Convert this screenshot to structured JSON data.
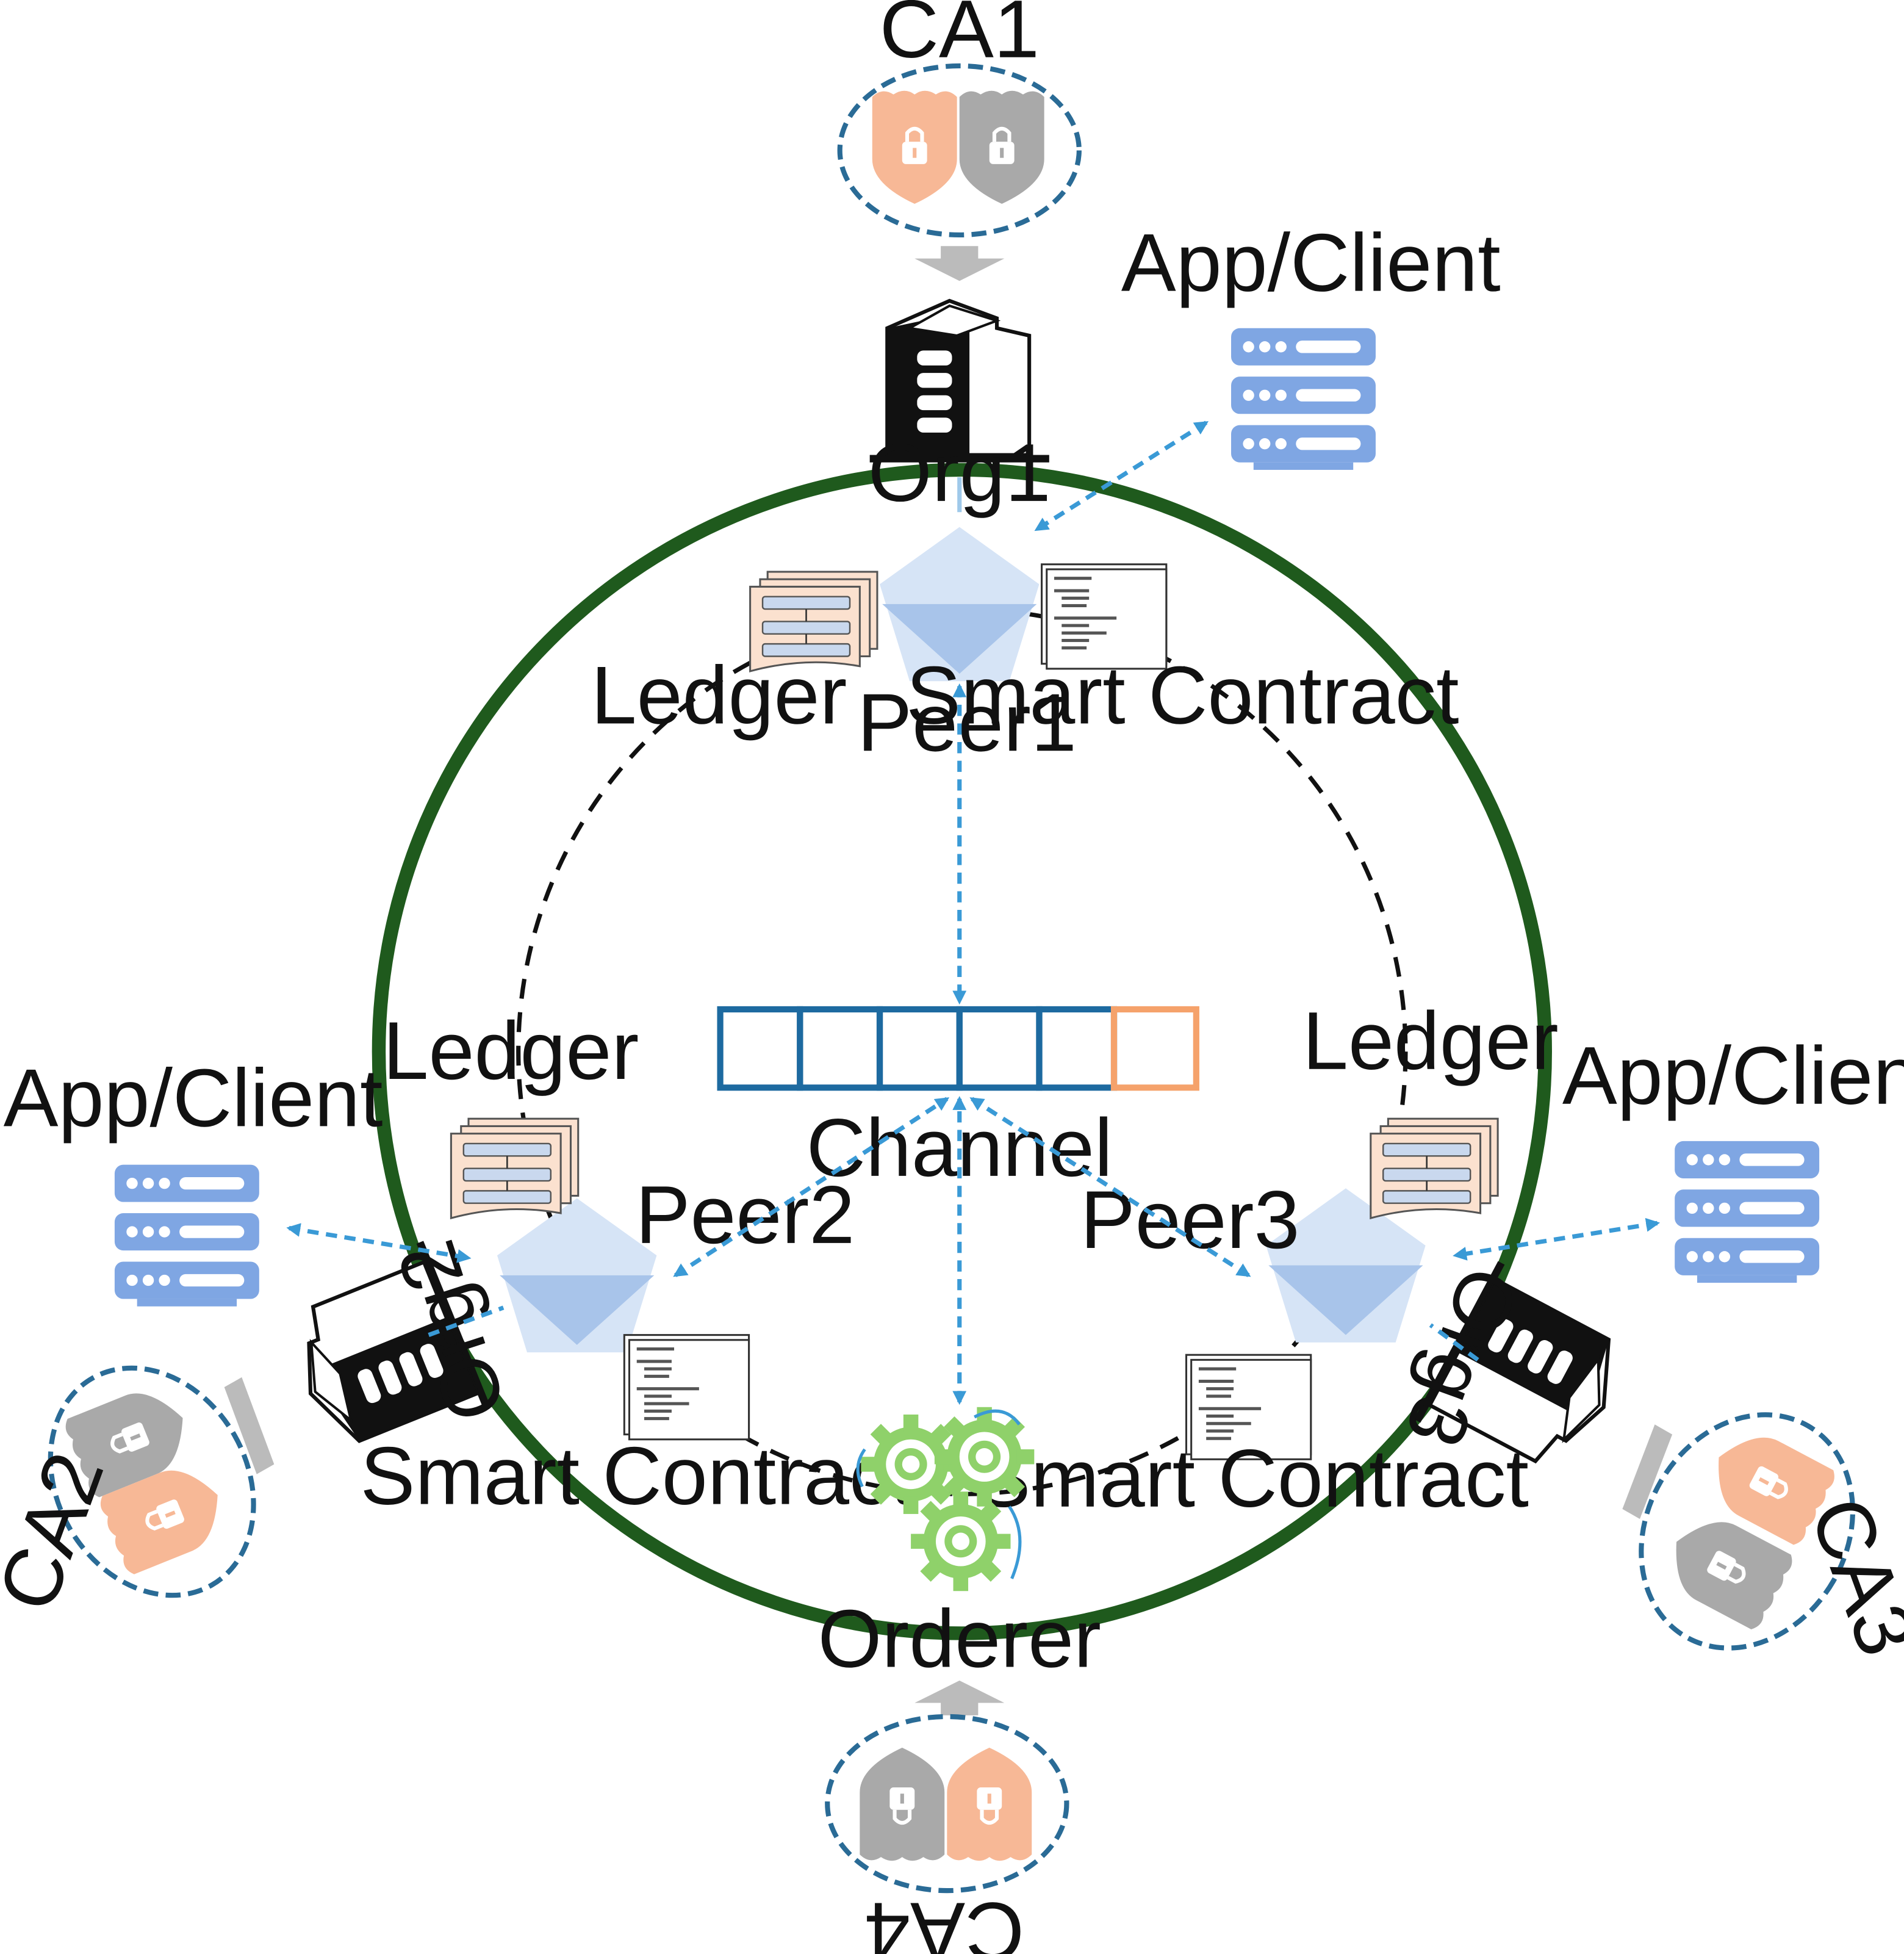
{
  "labels": {
    "ca1": "CA1",
    "ca2": "CA2",
    "ca3": "CA3",
    "ca4": "CA4",
    "org1": "Org1",
    "org2": "Org2",
    "org3": "Org3",
    "peer1": "Peer1",
    "peer2": "Peer2",
    "peer3": "Peer3",
    "ledger_1": "Ledger",
    "ledger_2": "Ledger",
    "ledger_3": "Ledger",
    "smart_contract_1": "Smart Contract",
    "smart_contract_2": "Smart Contract",
    "smart_contract_3": "Smart Contract",
    "app_client_1": "App/Client",
    "app_client_2": "App/Client",
    "app_client_3": "App/Client",
    "channel": "Channel",
    "orderer": "Orderer"
  },
  "colors": {
    "network_ring": "#1f5a1d",
    "arrow": "#3a9ad6",
    "ca_outline": "#2a6b96",
    "cert_orange": "#f7b896",
    "cert_gray": "#a9a9a9",
    "channel_block": "#1d6aa0",
    "channel_block_pending": "#f5a26b",
    "peer_fill": "#d6e4f6",
    "peer_inner": "#a8c4ea",
    "server": "#7fa6e3",
    "gear": "#8fd16a",
    "ledger_page": "#fbe1cf",
    "building": "#111111"
  },
  "icons": {
    "ca": "certificate-authority-icon",
    "org": "office-building-icon",
    "peer": "pentagon-peer-icon",
    "ledger": "ledger-stack-icon",
    "contract": "smart-contract-document-icon",
    "app": "server-stack-icon",
    "orderer": "gears-icon"
  }
}
